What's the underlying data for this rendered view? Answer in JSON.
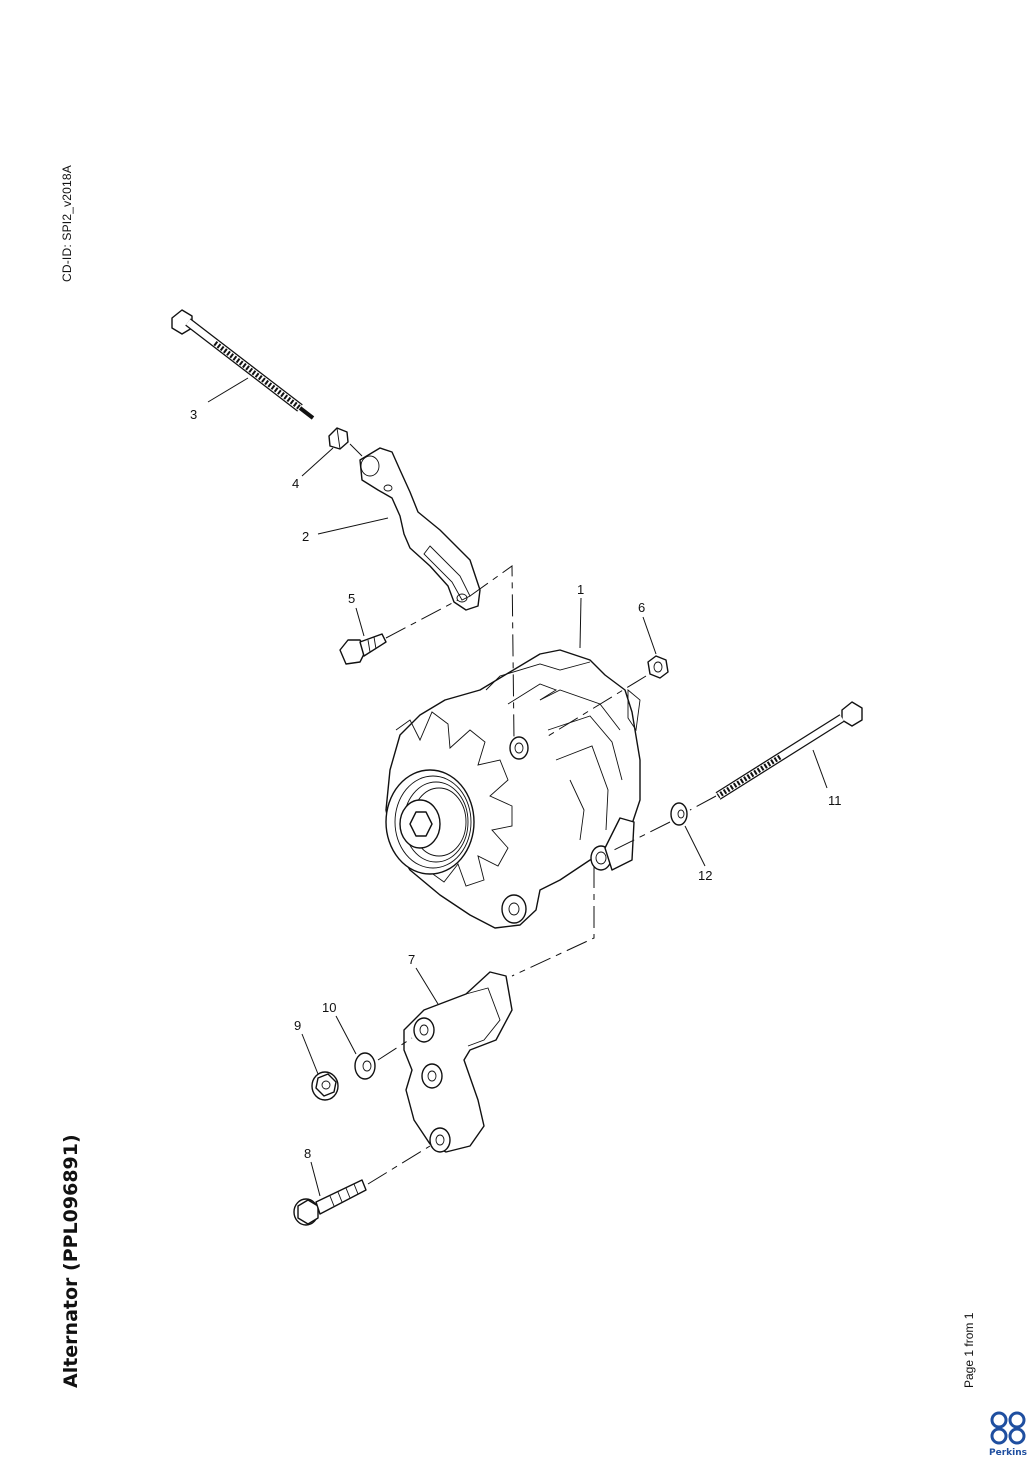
{
  "header": {
    "cd_id": "CD-ID: SPI2_v2018A"
  },
  "title": "Alternator (PPL096891)",
  "footer": {
    "page_info": "Page 1 from 1",
    "brand": "Perkins"
  },
  "callouts": [
    "1",
    "2",
    "3",
    "4",
    "5",
    "6",
    "7",
    "8",
    "9",
    "10",
    "11",
    "12"
  ]
}
